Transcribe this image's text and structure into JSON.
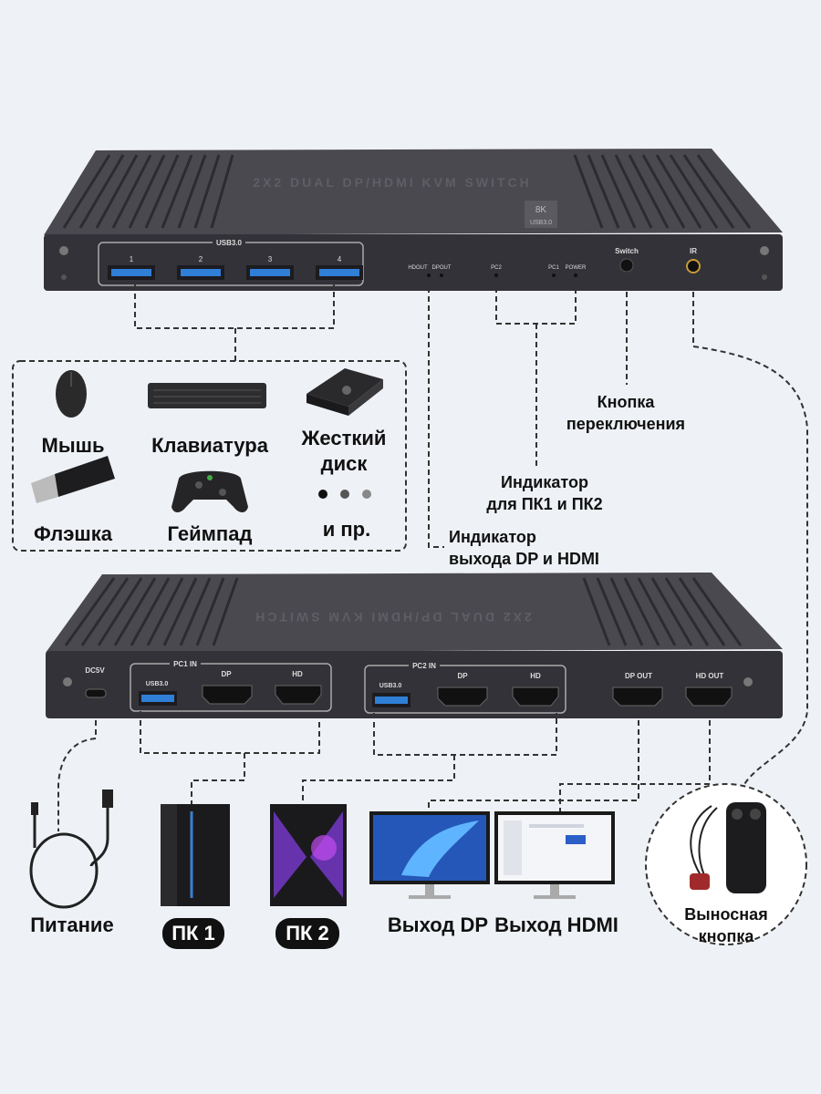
{
  "top_device": {
    "engraving": "2X2 DUAL DP/HDMI KVM SWITCH",
    "badge_top": "8K",
    "badge_bottom": "USB3.0",
    "usb_group_label": "USB3.0",
    "usb_ports": [
      "1",
      "2",
      "3",
      "4"
    ],
    "indicator_labels": [
      "HDOUT",
      "DPOUT",
      "PC2",
      "PC1",
      "POWER"
    ],
    "switch_label": "Switch",
    "ir_label": "IR"
  },
  "bottom_device": {
    "engraving": "2X2 DUAL DP/HDMI KVM SWITCH",
    "dc_label": "DC5V",
    "pc1_group": "PC1 IN",
    "pc2_group": "PC2 IN",
    "usb_label": "USB3.0",
    "dp_label": "DP",
    "hd_label": "HD",
    "dp_out_label": "DP OUT",
    "hd_out_label": "HD OUT"
  },
  "peripherals": {
    "mouse": "Мышь",
    "keyboard": "Клавиатура",
    "hdd_line1": "Жесткий",
    "hdd_line2": "диск",
    "flash": "Флэшка",
    "gamepad": "Геймпад",
    "etc": "и пр."
  },
  "annotations": {
    "switch_button_line1": "Кнопка",
    "switch_button_line2": "переключения",
    "pc_indicator_line1": "Индикатор",
    "pc_indicator_line2": "для ПК1 и ПК2",
    "output_indicator_line1": "Индикатор",
    "output_indicator_line2": "выхода DP и HDMI"
  },
  "bottom_labels": {
    "power": "Питание",
    "pc1": "ПК 1",
    "pc2": "ПК 2",
    "dp_out": "Выход DP",
    "hdmi_out": "Выход HDMI",
    "remote_line1": "Выносная",
    "remote_line2": "кнопка"
  },
  "colors": {
    "device_body": "#3b3a40",
    "device_face": "#2a292e",
    "usb_blue": "#2f7fd6",
    "background": "#eef1f6"
  }
}
